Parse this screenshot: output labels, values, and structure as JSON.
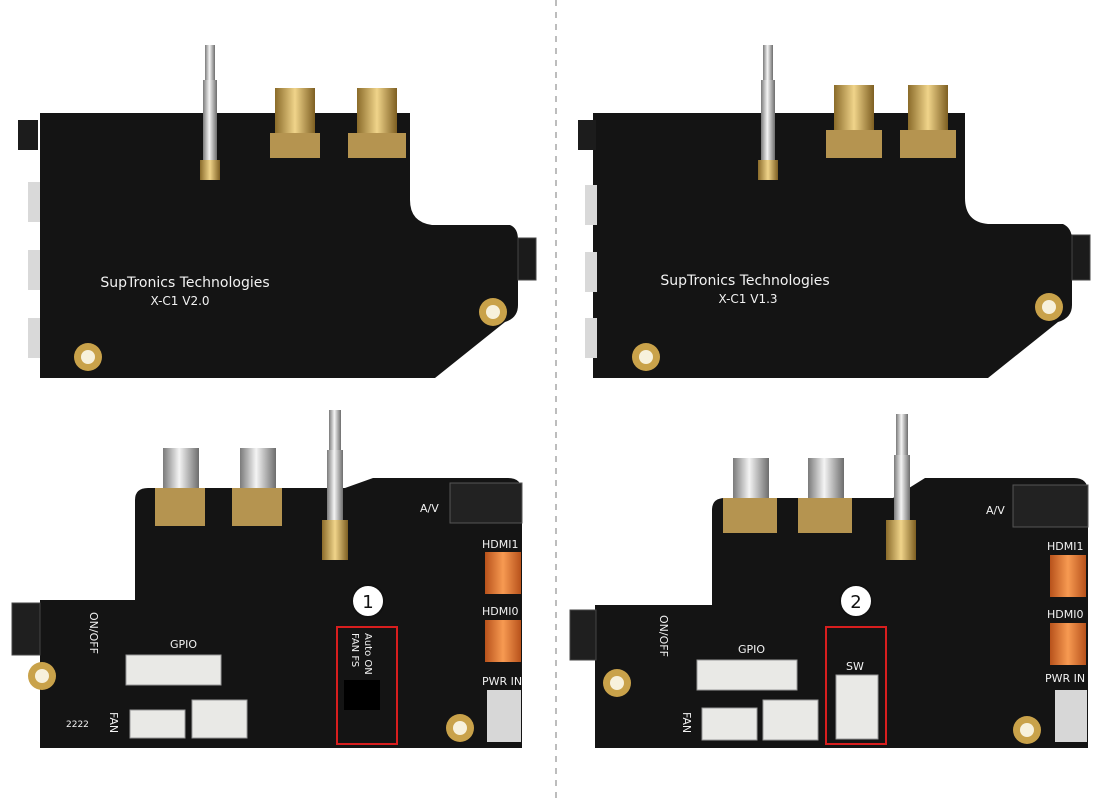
{
  "panels": {
    "top_left": {
      "brand": "SupTronics Technologies",
      "model": "X-C1  V2.0"
    },
    "top_right": {
      "brand": "SupTronics Technologies",
      "model": "X-C1  V1.3"
    },
    "bottom_left": {
      "marker": "1",
      "labels": {
        "av": "A/V",
        "hdmi1": "HDMI1",
        "hdmi0": "HDMI0",
        "pwr": "PWR IN",
        "onoff": "ON/OFF",
        "gpio": "GPIO",
        "fan": "FAN",
        "auto_on": "Auto ON",
        "fan_fs": "FAN FS",
        "code": "2222"
      }
    },
    "bottom_right": {
      "marker": "2",
      "labels": {
        "av": "A/V",
        "hdmi1": "HDMI1",
        "hdmi0": "HDMI0",
        "pwr": "PWR IN",
        "onoff": "ON/OFF",
        "gpio": "GPIO",
        "fan": "FAN",
        "sw": "SW"
      }
    }
  },
  "colors": {
    "pcb": "#141414",
    "gold": "#c9a24a",
    "highlight": "#d81e1e",
    "hdmi_orange": "#e0782f"
  }
}
